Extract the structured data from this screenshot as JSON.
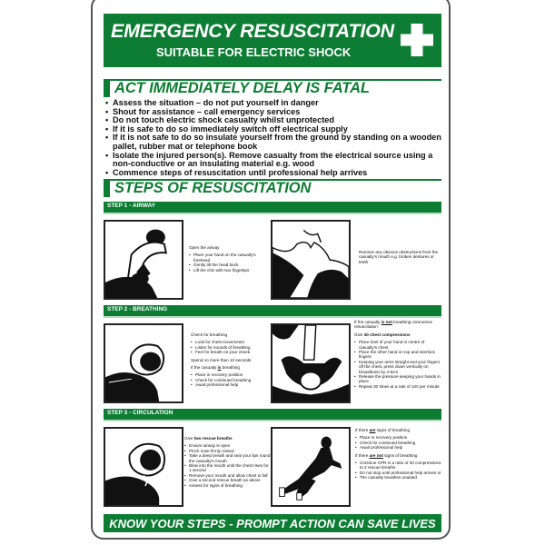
{
  "header": {
    "title": "EMERGENCY RESUSCITATION",
    "subtitle": "SUITABLE FOR ELECTRIC SHOCK",
    "icon": "first-aid-cross-icon"
  },
  "colors": {
    "brand_green": "#0d7d34",
    "text": "#111111",
    "border": "#555555"
  },
  "act_section": {
    "title": "ACT IMMEDIATELY DELAY IS FATAL",
    "bullets": [
      "Assess the situation   – do not put yourself in danger",
      "Shout for assistance  – call emergency services",
      "Do not touch electric shock casualty whilst unprotected",
      "If it is safe to do so immediately switch off electrical supply",
      "If it is not safe to do so insulate yourself from the ground by standing on a wooden pallet, rubber mat or telephone book",
      "Isolate the injured person(s).  Remove casualty from the electrical source using a non-conductive or an insulating material e.g. wood",
      "Commence steps of resuscitation until professional help arrives"
    ]
  },
  "steps_section": {
    "title": "STEPS OF RESUSCITATION",
    "steps": [
      {
        "label": "STEP 1 - AIRWAY",
        "left": {
          "image": "tilt-head-illustration",
          "intro": "Open the airway",
          "bullets": [
            "Place your hand on the casualty's forehead",
            "Gently tilt the head back",
            "Lift the chin with two fingertips"
          ]
        },
        "right": {
          "image": "check-mouth-illustration",
          "intro": "Remove any obvious obstructions from the casualty's mouth e.g. broken dentures or teeth"
        }
      },
      {
        "label": "STEP 2 - BREATHING",
        "left": {
          "image": "listen-breathing-illustration",
          "intro": "Check for breathing",
          "bullets": [
            "Look for chest movements",
            "Listen for sounds of breathing",
            "Feel  for breath on your cheek"
          ],
          "note": "Spend no more than 10 seconds",
          "cond_pre": "If the casualty ",
          "cond_em": "is",
          "cond_post": " breathing",
          "bullets2": [
            "Place in recovery position",
            "Check for continued breathing",
            "Await professional help"
          ]
        },
        "right": {
          "image": "chest-compression-illustration",
          "cond_pre": "If the casualty ",
          "cond_em": "is not",
          "cond_post": " breathing commence resuscitation",
          "intro_pre": "Give ",
          "intro_bold": "30 chest compressions",
          "bullets": [
            "Place heel of your hand in centre of casualty's chest",
            "Place the other hand on top and interlock fingers",
            "Keeping your arms straight and your fingers off the chest, press down vertically on breastbone by 4-5cm",
            "Release the pressure keeping your hands in place",
            "Repeat 30 times at a rate of 100 per minute"
          ]
        }
      },
      {
        "label": "STEP 3 - CIRCULATION",
        "left": {
          "image": "rescue-breath-illustration",
          "intro_pre": "Give ",
          "intro_bold": "two rescue breaths",
          "bullets": [
            "Ensure airway is open",
            "Pinch nose firmly closed",
            "Take a deep breath and seal your lips round the casualty's mouth",
            "Blow into the mouth until the chest rises for 1 second",
            "Remove your mouth and allow chest to fall",
            "Give a second rescue breath as above",
            "Assess for signs of breathing"
          ]
        },
        "right": {
          "image": "recovery-running-illustration",
          "cond1_pre": "If there ",
          "cond1_em": "are",
          "cond1_post": " signs of breathing",
          "bullets1": [
            "Place  in recovery position",
            "Check for continued breathing",
            "Await professional help"
          ],
          "cond2_pre": "If there ",
          "cond2_em": "are not",
          "cond2_post": " signs of breathing",
          "bullets2": [
            "Continue CPR in a ratio of 30 compressions to 2 rescue breaths",
            "Do not stop until professional help arrives or",
            "The casualty breathes unaided"
          ]
        }
      }
    ]
  },
  "footer": {
    "text": "KNOW YOUR STEPS - PROMPT ACTION CAN SAVE LIVES"
  }
}
